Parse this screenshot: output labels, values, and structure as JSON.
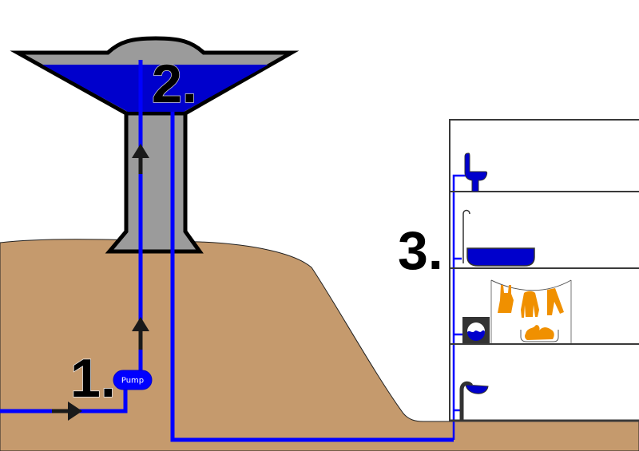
{
  "diagram": {
    "steps": [
      {
        "label": "1.",
        "meaning": "pump"
      },
      {
        "label": "2.",
        "meaning": "water-tower"
      },
      {
        "label": "3.",
        "meaning": "house"
      }
    ],
    "pump_label": "Pump"
  },
  "colors": {
    "pipe": "#0000ff",
    "water": "#0000cc",
    "ground": "#c59a6d",
    "tower": "#9b9b9b",
    "outline": "#000000",
    "house_line": "#3a3a3a",
    "laundry": "#f09000",
    "arrow": "#1a1a1a"
  }
}
